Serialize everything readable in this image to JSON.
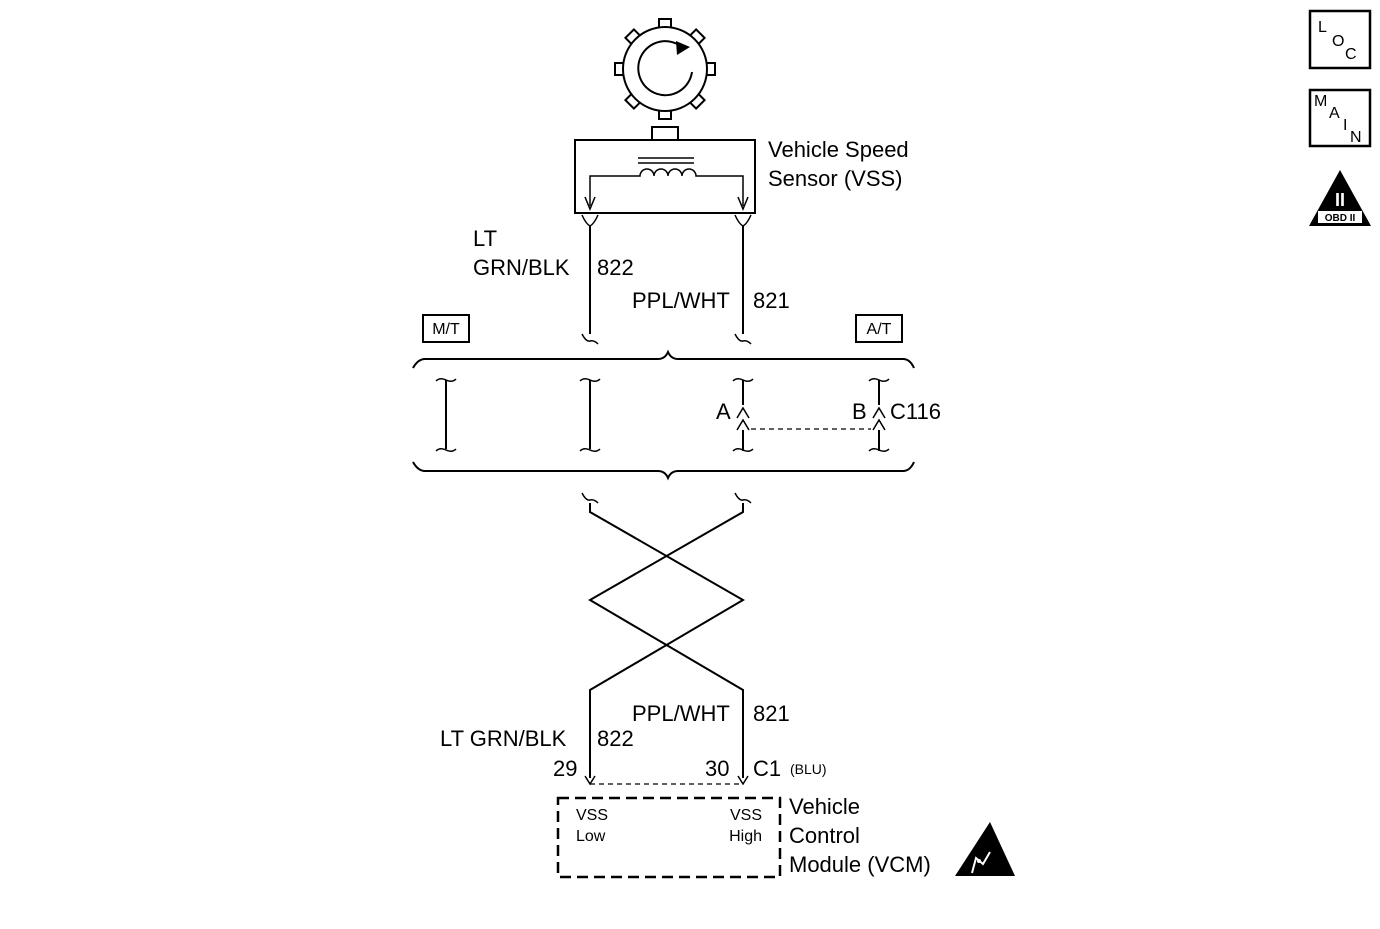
{
  "sensor": {
    "name_line1": "Vehicle Speed",
    "name_line2": "Sensor (VSS)"
  },
  "wires_top": {
    "low_color_line1": "LT",
    "low_color_line2": "GRN/BLK",
    "low_circuit": "822",
    "high_color": "PPL/WHT",
    "high_circuit": "821"
  },
  "options": {
    "manual": "M/T",
    "automatic": "A/T"
  },
  "connector_c116": {
    "name": "C116",
    "pin_a": "A",
    "pin_b": "B"
  },
  "wires_bottom": {
    "high_color": "PPL/WHT",
    "high_circuit": "821",
    "low_color": "LT GRN/BLK",
    "low_circuit": "822"
  },
  "connector_c1": {
    "pin_low": "29",
    "pin_high": "30",
    "name": "C1",
    "color": "(BLU)"
  },
  "vcm": {
    "pin_low_line1": "VSS",
    "pin_low_line2": "Low",
    "pin_high_line1": "VSS",
    "pin_high_line2": "High",
    "name_line1": "Vehicle",
    "name_line2": "Control",
    "name_line3": "Module (VCM)"
  },
  "nav": {
    "loc_l": "L",
    "loc_o": "O",
    "loc_c": "C",
    "main_m": "M",
    "main_a": "A",
    "main_i": "I",
    "main_n": "N",
    "obd_roman": "II",
    "obd_label": "OBD II"
  },
  "icons": {
    "reluctor": "reluctor-wheel-icon",
    "esd": "esd-warning-icon",
    "obd": "obd-ii-icon"
  }
}
